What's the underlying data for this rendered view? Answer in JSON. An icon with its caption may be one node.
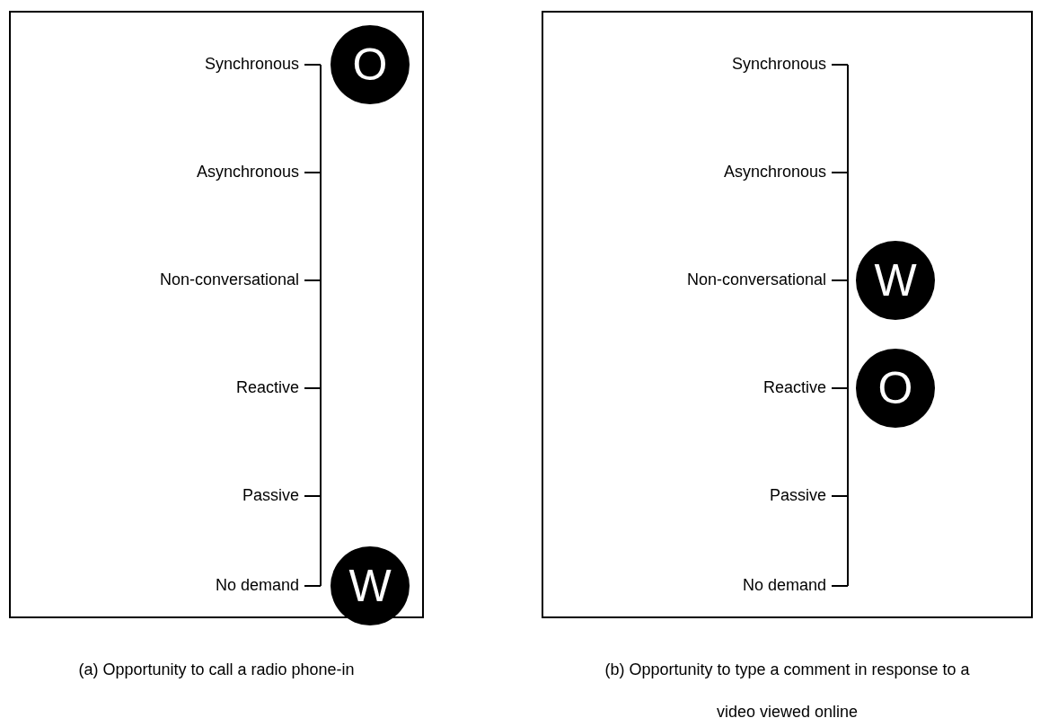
{
  "diagram": {
    "nodes": [
      {
        "text": [
          "(a) Opportunity to call a radio phone-in"
        ]
      },
      {
        "text": [
          "O"
        ],
        "in": 0
      },
      {
        "text": [
          "W"
        ],
        "in": 0
      },
      {
        "text": [
          "(b) Opportunity to type a comment in response to a video viewed online"
        ]
      },
      {
        "text": [
          "W"
        ],
        "in": 3
      },
      {
        "text": [
          "O"
        ],
        "in": 3
      }
    ],
    "edges": [],
    "labels": [
      "Synchronous",
      "Asynchronous",
      "Non-conversational",
      "Reactive",
      "Passive",
      "No demand",
      "Synchronous",
      "Asynchronous",
      "Non-conversational",
      "Reactive",
      "Passive",
      "No demand"
    ]
  }
}
